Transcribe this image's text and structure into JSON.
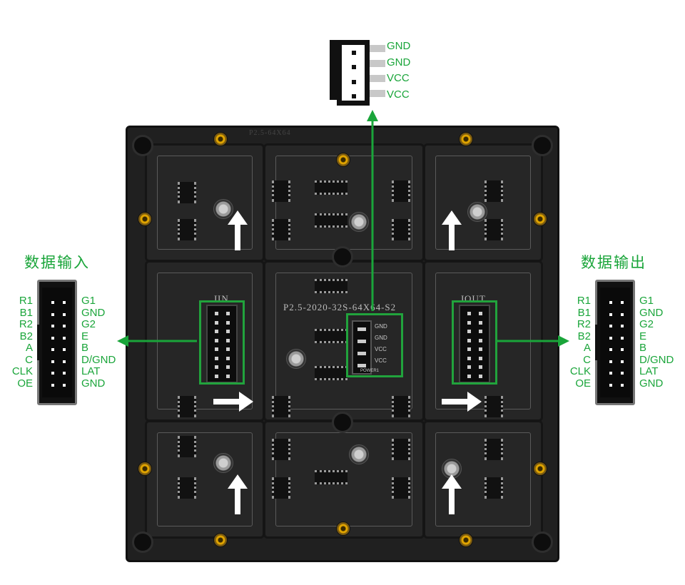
{
  "power_connector": {
    "pins": [
      "GND",
      "GND",
      "VCC",
      "VCC"
    ]
  },
  "input_connector": {
    "title": "数据输入",
    "left_pins": [
      "R1",
      "B1",
      "R2",
      "B2",
      "A",
      "C",
      "CLK",
      "OE"
    ],
    "right_pins": [
      "G1",
      "GND",
      "G2",
      "E",
      "B",
      "D/GND",
      "LAT",
      "GND"
    ]
  },
  "output_connector": {
    "title": "数据输出",
    "left_pins": [
      "R1",
      "B1",
      "R2",
      "B2",
      "A",
      "C",
      "CLK",
      "OE"
    ],
    "right_pins": [
      "G1",
      "GND",
      "G2",
      "E",
      "B",
      "D/GND",
      "LAT",
      "GND"
    ]
  },
  "panel": {
    "model": "P2.5-2020-32S-64X64-S2",
    "jin_label": "JIN",
    "jout_label": "JOUT",
    "power_socket_pins": [
      "GND",
      "GND",
      "VCC",
      "VCC"
    ],
    "power_socket_label": "POWER1",
    "edge_mark": "P2.5-64X64"
  },
  "colors": {
    "accent_green": "#1aa53a",
    "panel_dark": "#202020",
    "screw_brass": "#e0a400"
  }
}
